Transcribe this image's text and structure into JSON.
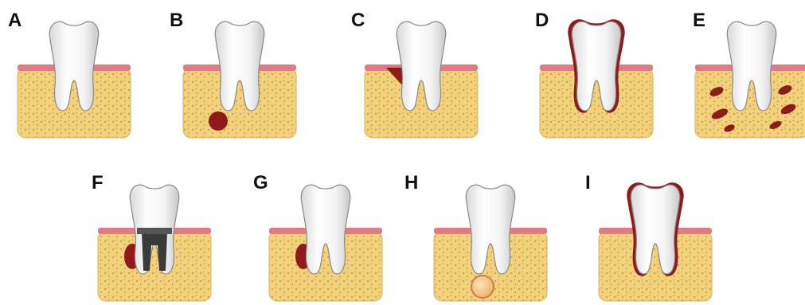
{
  "panels": [
    {
      "id": "A",
      "label": "A",
      "variant": "normal"
    },
    {
      "id": "B",
      "label": "B",
      "variant": "apical-lesion"
    },
    {
      "id": "C",
      "label": "C",
      "variant": "crestal-wedge"
    },
    {
      "id": "D",
      "label": "D",
      "variant": "full-pdl-widening"
    },
    {
      "id": "E",
      "label": "E",
      "variant": "scattered-lesions"
    },
    {
      "id": "F",
      "label": "F",
      "variant": "crowned-tooth-lateral-lesion"
    },
    {
      "id": "G",
      "label": "G",
      "variant": "lateral-lesion"
    },
    {
      "id": "H",
      "label": "H",
      "variant": "apical-nodule"
    },
    {
      "id": "I",
      "label": "I",
      "variant": "root-resorption"
    }
  ],
  "colors": {
    "bone": "#f2d27a",
    "bone_dot": "#b07a2a",
    "gum": "#e07b86",
    "lesion": "#8e1a1a",
    "tooth": "#f7f7f7",
    "tooth_shadow": "#bdbdbd",
    "pulp": "#3a3a3a",
    "nodule": "#f7c98a"
  }
}
